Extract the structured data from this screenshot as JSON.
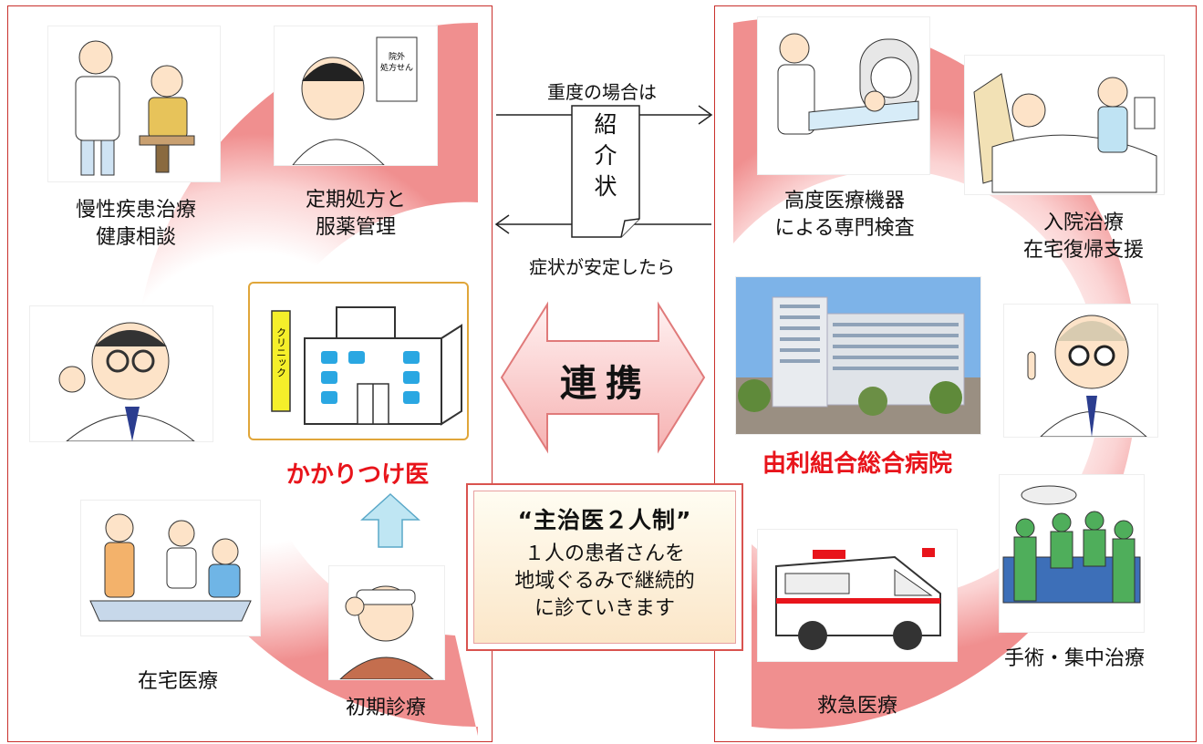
{
  "left": {
    "title": "かかりつけ医",
    "clinic_sign": "クリニック",
    "items": {
      "chronic": [
        "慢性疾患治療",
        "健康相談"
      ],
      "prescription": [
        "定期処方と",
        "服薬管理"
      ],
      "home_care": "在宅医療",
      "initial": "初期診療"
    },
    "rx_paper": [
      "院外",
      "処方せん"
    ]
  },
  "right": {
    "title": "由利組合総合病院",
    "items": {
      "advanced_exam": [
        "高度医療機器",
        "による専門検査"
      ],
      "inpatient": [
        "入院治療",
        "在宅復帰支援"
      ],
      "emergency": "救急医療",
      "surgery": "手術・集中治療"
    }
  },
  "center": {
    "top_arrow_label": "重度の場合は",
    "bottom_arrow_label": "症状が安定したら",
    "letter": [
      "紹",
      "介",
      "状"
    ],
    "link_label": "連携"
  },
  "info_box": {
    "title": "“主治医２人制”",
    "lines": [
      "１人の患者さんを",
      "地域ぐるみで継続的",
      "に診ていきます"
    ]
  },
  "colors": {
    "accent_red": "#e8141b",
    "panel_border": "#c9302c",
    "ring_pink": "#f5b3b3",
    "clinic_border": "#e0a63a",
    "up_arrow": "#bfe6f3"
  }
}
